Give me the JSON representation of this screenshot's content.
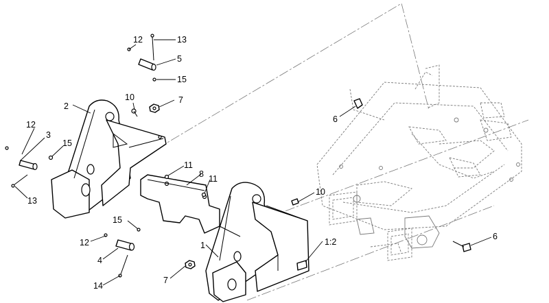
{
  "diagram": {
    "callouts": {
      "c12_top": "12",
      "c13_top": "13",
      "c5": "5",
      "c15_top": "15",
      "c10_top": "10",
      "c7_top": "7",
      "c2": "2",
      "c12_left": "12",
      "c3": "3",
      "c15_left": "15",
      "c13_left": "13",
      "c11_a": "11",
      "c8": "8",
      "c11_b": "11",
      "c6_top": "6",
      "c10_right": "10",
      "c15_bottom": "15",
      "c12_bottom": "12",
      "c4": "4",
      "c14": "14",
      "c1": "1",
      "c1_2": "1:2",
      "c7_bottom": "7",
      "c6_bottom": "6"
    }
  }
}
